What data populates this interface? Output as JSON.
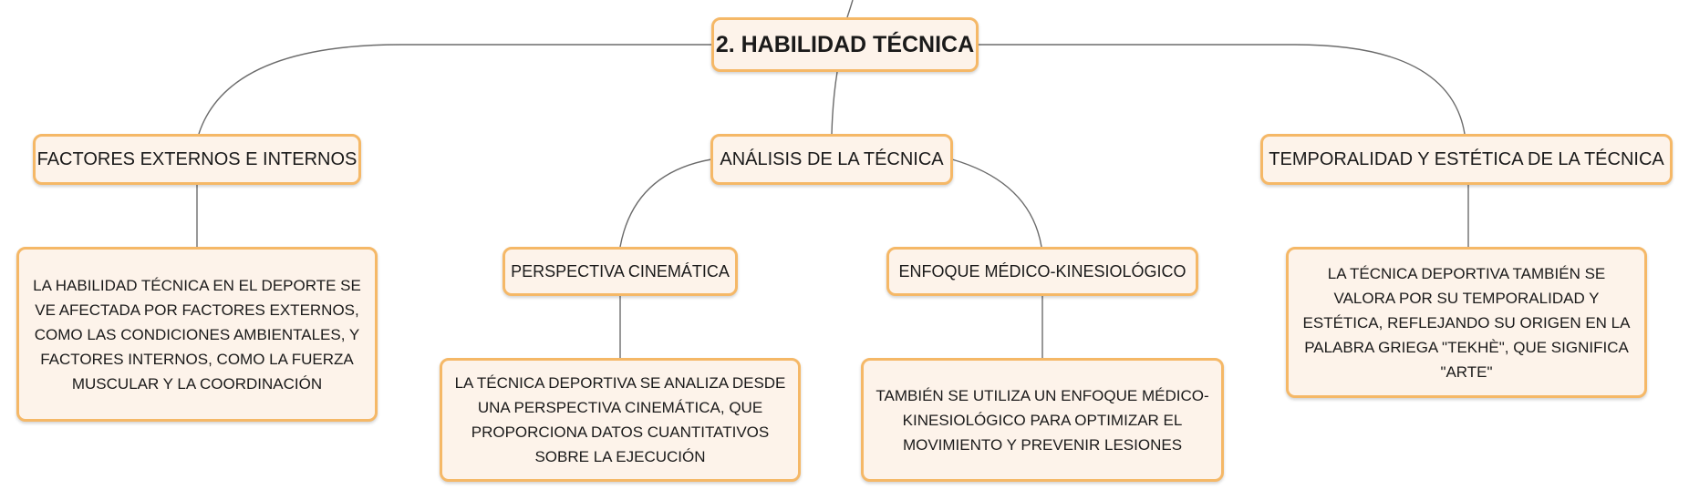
{
  "map": {
    "central": "2. HABILIDAD TÉCNICA",
    "factors": {
      "title": "FACTORES EXTERNOS E INTERNOS",
      "detail": "LA HABILIDAD TÉCNICA EN EL DEPORTE SE VE AFECTADA POR FACTORES EXTERNOS, COMO LAS CONDICIONES AMBIENTALES, Y FACTORES INTERNOS, COMO LA FUERZA MUSCULAR Y LA COORDINACIÓN"
    },
    "analysis": {
      "title": "ANÁLISIS DE LA TÉCNICA",
      "kinematic": {
        "title": "PERSPECTIVA CINEMÁTICA",
        "detail": "LA TÉCNICA DEPORTIVA SE ANALIZA DESDE UNA PERSPECTIVA CINEMÁTICA, QUE PROPORCIONA DATOS CUANTITATIVOS SOBRE LA EJECUCIÓN"
      },
      "medical": {
        "title": "ENFOQUE MÉDICO-KINESIOLÓGICO",
        "detail": "TAMBIÉN SE UTILIZA UN ENFOQUE MÉDICO-KINESIOLÓGICO PARA OPTIMIZAR EL MOVIMIENTO Y PREVENIR LESIONES"
      }
    },
    "temporality": {
      "title": "TEMPORALIDAD Y ESTÉTICA DE LA TÉCNICA",
      "detail": "LA TÉCNICA DEPORTIVA TAMBIÉN SE VALORA POR SU TEMPORALIDAD Y ESTÉTICA, REFLEJANDO SU ORIGEN EN LA PALABRA GRIEGA \"TEKHÈ\", QUE SIGNIFICA \"ARTE\""
    }
  },
  "colors": {
    "node_fill": "#fdf3ea",
    "node_border": "#f5b867",
    "connector": "#6b6b6b"
  }
}
